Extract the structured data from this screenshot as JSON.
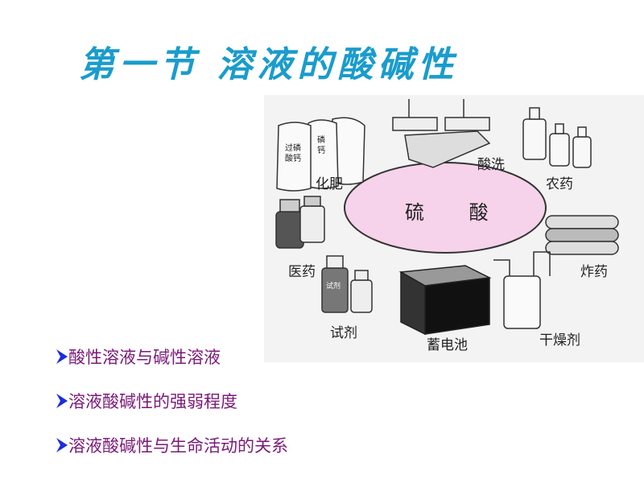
{
  "title": "第一节 溶液的酸碱性",
  "diagram": {
    "center": "硫 酸",
    "labels": {
      "fertilizer": "化肥",
      "pickling": "酸洗",
      "pesticide": "农药",
      "medicine": "医药",
      "explosive": "炸药",
      "reagent": "试剂",
      "battery": "蓄电池",
      "desiccant": "干燥剂"
    },
    "bag_text_1": "过磷酸钙",
    "bag_text_2": "磷钙",
    "bottle_text": "试剂"
  },
  "bullets": [
    {
      "icon": "arrow-bullet-icon",
      "text": "酸性溶液与碱性溶液"
    },
    {
      "icon": "arrow-bullet-icon",
      "text": "溶液酸碱性的强弱程度"
    },
    {
      "icon": "arrow-bullet-icon",
      "text": "溶液酸碱性与生命活动的关系"
    }
  ],
  "colors": {
    "title": "#1a9ccc",
    "bullet_text": "#7a1a78",
    "arrow": "#1a2ee0",
    "ellipse": "#f6d3ea"
  }
}
